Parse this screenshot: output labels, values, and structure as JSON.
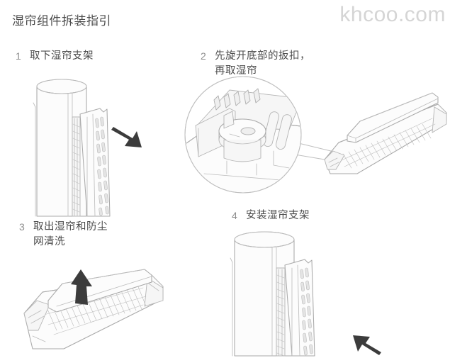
{
  "document": {
    "title": "湿帘组件拆装指引",
    "watermark": "khcoo.com"
  },
  "steps": [
    {
      "number": "1",
      "text": "取下湿帘支架",
      "figure": {
        "name": "tower-remove-panel",
        "arrow_direction": "down-right",
        "arrow_meaning": "pull-panel-outward"
      }
    },
    {
      "number": "2",
      "text": "先旋开底部的扳扣，\n再取湿帘",
      "figure": {
        "name": "latch-detail-callout",
        "callout": "circular-magnifier",
        "arrow_direction": "none",
        "arrow_meaning": "rotate-bottom-buckle-then-remove-curtain"
      }
    },
    {
      "number": "3",
      "text": "取出湿帘和防尘\n网清洗",
      "figure": {
        "name": "tray-lift-filter",
        "arrow_direction": "up",
        "arrow_meaning": "lift-filter-out"
      }
    },
    {
      "number": "4",
      "text": "安装湿帘支架",
      "figure": {
        "name": "tower-install-panel",
        "arrow_direction": "left",
        "arrow_meaning": "push-panel-inward"
      }
    }
  ],
  "colors": {
    "background": "#ffffff",
    "title_text": "#4b4b4b",
    "step_number": "#8d8d8d",
    "step_text": "#4b4b4b",
    "watermark": "#d5d5d5",
    "line_art": "#a9a9a9",
    "arrow": "#3c3c3c"
  }
}
